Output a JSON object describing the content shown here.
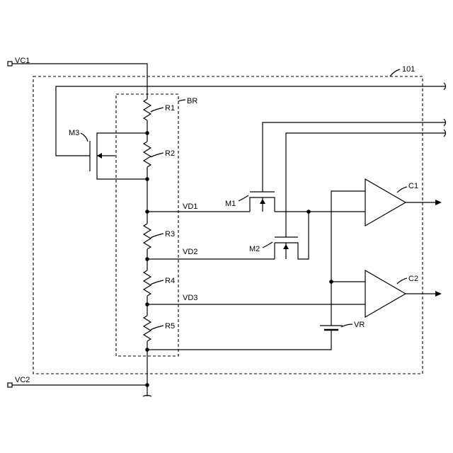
{
  "terminals": {
    "vc1": "VC1",
    "vc2": "VC2"
  },
  "blocks": {
    "device": "101",
    "bridge": "BR"
  },
  "resistors": [
    "R1",
    "R2",
    "R3",
    "R4",
    "R5"
  ],
  "transistors": [
    "M1",
    "M2",
    "M3"
  ],
  "nodes": [
    "VD1",
    "VD2",
    "VD3"
  ],
  "comparators": [
    "C1",
    "C2"
  ],
  "reference": "VR"
}
